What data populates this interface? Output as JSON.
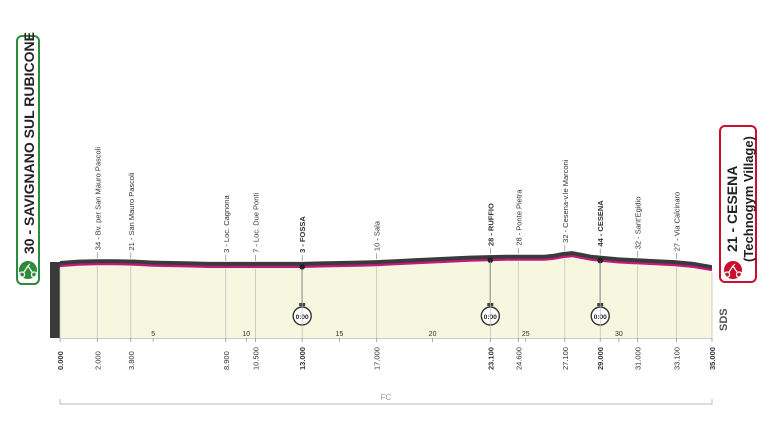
{
  "chart_data": {
    "type": "area",
    "title": "",
    "xlabel": "",
    "ylabel": "",
    "xlim": [
      0,
      35
    ],
    "start": {
      "name": "30 - SAVIGNANO SUL RUBICONE",
      "color": "#2e8b3a"
    },
    "finish": {
      "name_line1": "21 - CESENA",
      "name_line2": "(Technogym Village)",
      "color": "#c8102e"
    },
    "profile_color": "#3a3a3a",
    "road_color": "#c2187f",
    "fill_color": "#f7f6df",
    "logo_text": "SDS",
    "fc_label": "FC",
    "elevation_profile": {
      "x": [
        0,
        1,
        2,
        3,
        4,
        5,
        6,
        7,
        8,
        9,
        10,
        11,
        12,
        13,
        14,
        15,
        16,
        17,
        18,
        19,
        20,
        21,
        22,
        23,
        24,
        25,
        26,
        26.5,
        27,
        27.5,
        28,
        28.5,
        29,
        30,
        31,
        32,
        33,
        34,
        35
      ],
      "y": [
        30,
        33,
        34,
        34,
        33,
        31,
        30,
        29,
        28,
        28,
        28,
        28,
        28,
        28,
        29,
        30,
        31,
        32,
        34,
        36,
        38,
        40,
        42,
        43,
        44,
        44,
        44,
        46,
        50,
        52,
        48,
        44,
        42,
        38,
        36,
        34,
        32,
        28,
        21
      ]
    },
    "km_markers": [
      {
        "km": 0,
        "label": "0.000",
        "bold": true
      },
      {
        "km": 2,
        "label": "2.000"
      },
      {
        "km": 3.8,
        "label": "3.800"
      },
      {
        "km": 5,
        "label": "5",
        "round": true
      },
      {
        "km": 8.9,
        "label": "8.900"
      },
      {
        "km": 10,
        "label": "10",
        "round": true
      },
      {
        "km": 10.5,
        "label": "10.500"
      },
      {
        "km": 13,
        "label": "13.000",
        "bold": true
      },
      {
        "km": 15,
        "label": "15",
        "round": true
      },
      {
        "km": 17,
        "label": "17.000"
      },
      {
        "km": 20,
        "label": "20",
        "round": true
      },
      {
        "km": 23.1,
        "label": "23.100",
        "bold": true
      },
      {
        "km": 24.6,
        "label": "24.600"
      },
      {
        "km": 25,
        "label": "25",
        "round": true
      },
      {
        "km": 27.1,
        "label": "27.100"
      },
      {
        "km": 29,
        "label": "29.000",
        "bold": true
      },
      {
        "km": 30,
        "label": "30",
        "round": true
      },
      {
        "km": 31,
        "label": "31.000"
      },
      {
        "km": 33.1,
        "label": "33.100"
      },
      {
        "km": 35,
        "label": "35.000",
        "bold": true
      }
    ],
    "locations": [
      {
        "km": 2,
        "label": "34 - Bv. per San Mauro Pascoli"
      },
      {
        "km": 3.8,
        "label": "21 - San Mauro Pascoli"
      },
      {
        "km": 8.9,
        "label": "3 - Loc. Cagnona"
      },
      {
        "km": 10.5,
        "label": "7 - Loc. Due Ponti"
      },
      {
        "km": 13,
        "label": "3 - FOSSA",
        "bold": true
      },
      {
        "km": 17,
        "label": "10 - Sala"
      },
      {
        "km": 23.1,
        "label": "28 - RUFFIO",
        "bold": true
      },
      {
        "km": 24.6,
        "label": "28 - Ponte Pietra"
      },
      {
        "km": 27.1,
        "label": "32 - Cesena-v.le Marconi"
      },
      {
        "km": 29,
        "label": "44 - CESENA",
        "bold": true
      },
      {
        "km": 31,
        "label": "32 - Sant'Egidio"
      },
      {
        "km": 33.1,
        "label": "27 - Via Calcinaro"
      }
    ],
    "time_checks": [
      {
        "km": 13,
        "label": "0:00"
      },
      {
        "km": 23.1,
        "label": "0:00"
      },
      {
        "km": 29,
        "label": "0:00"
      }
    ]
  }
}
